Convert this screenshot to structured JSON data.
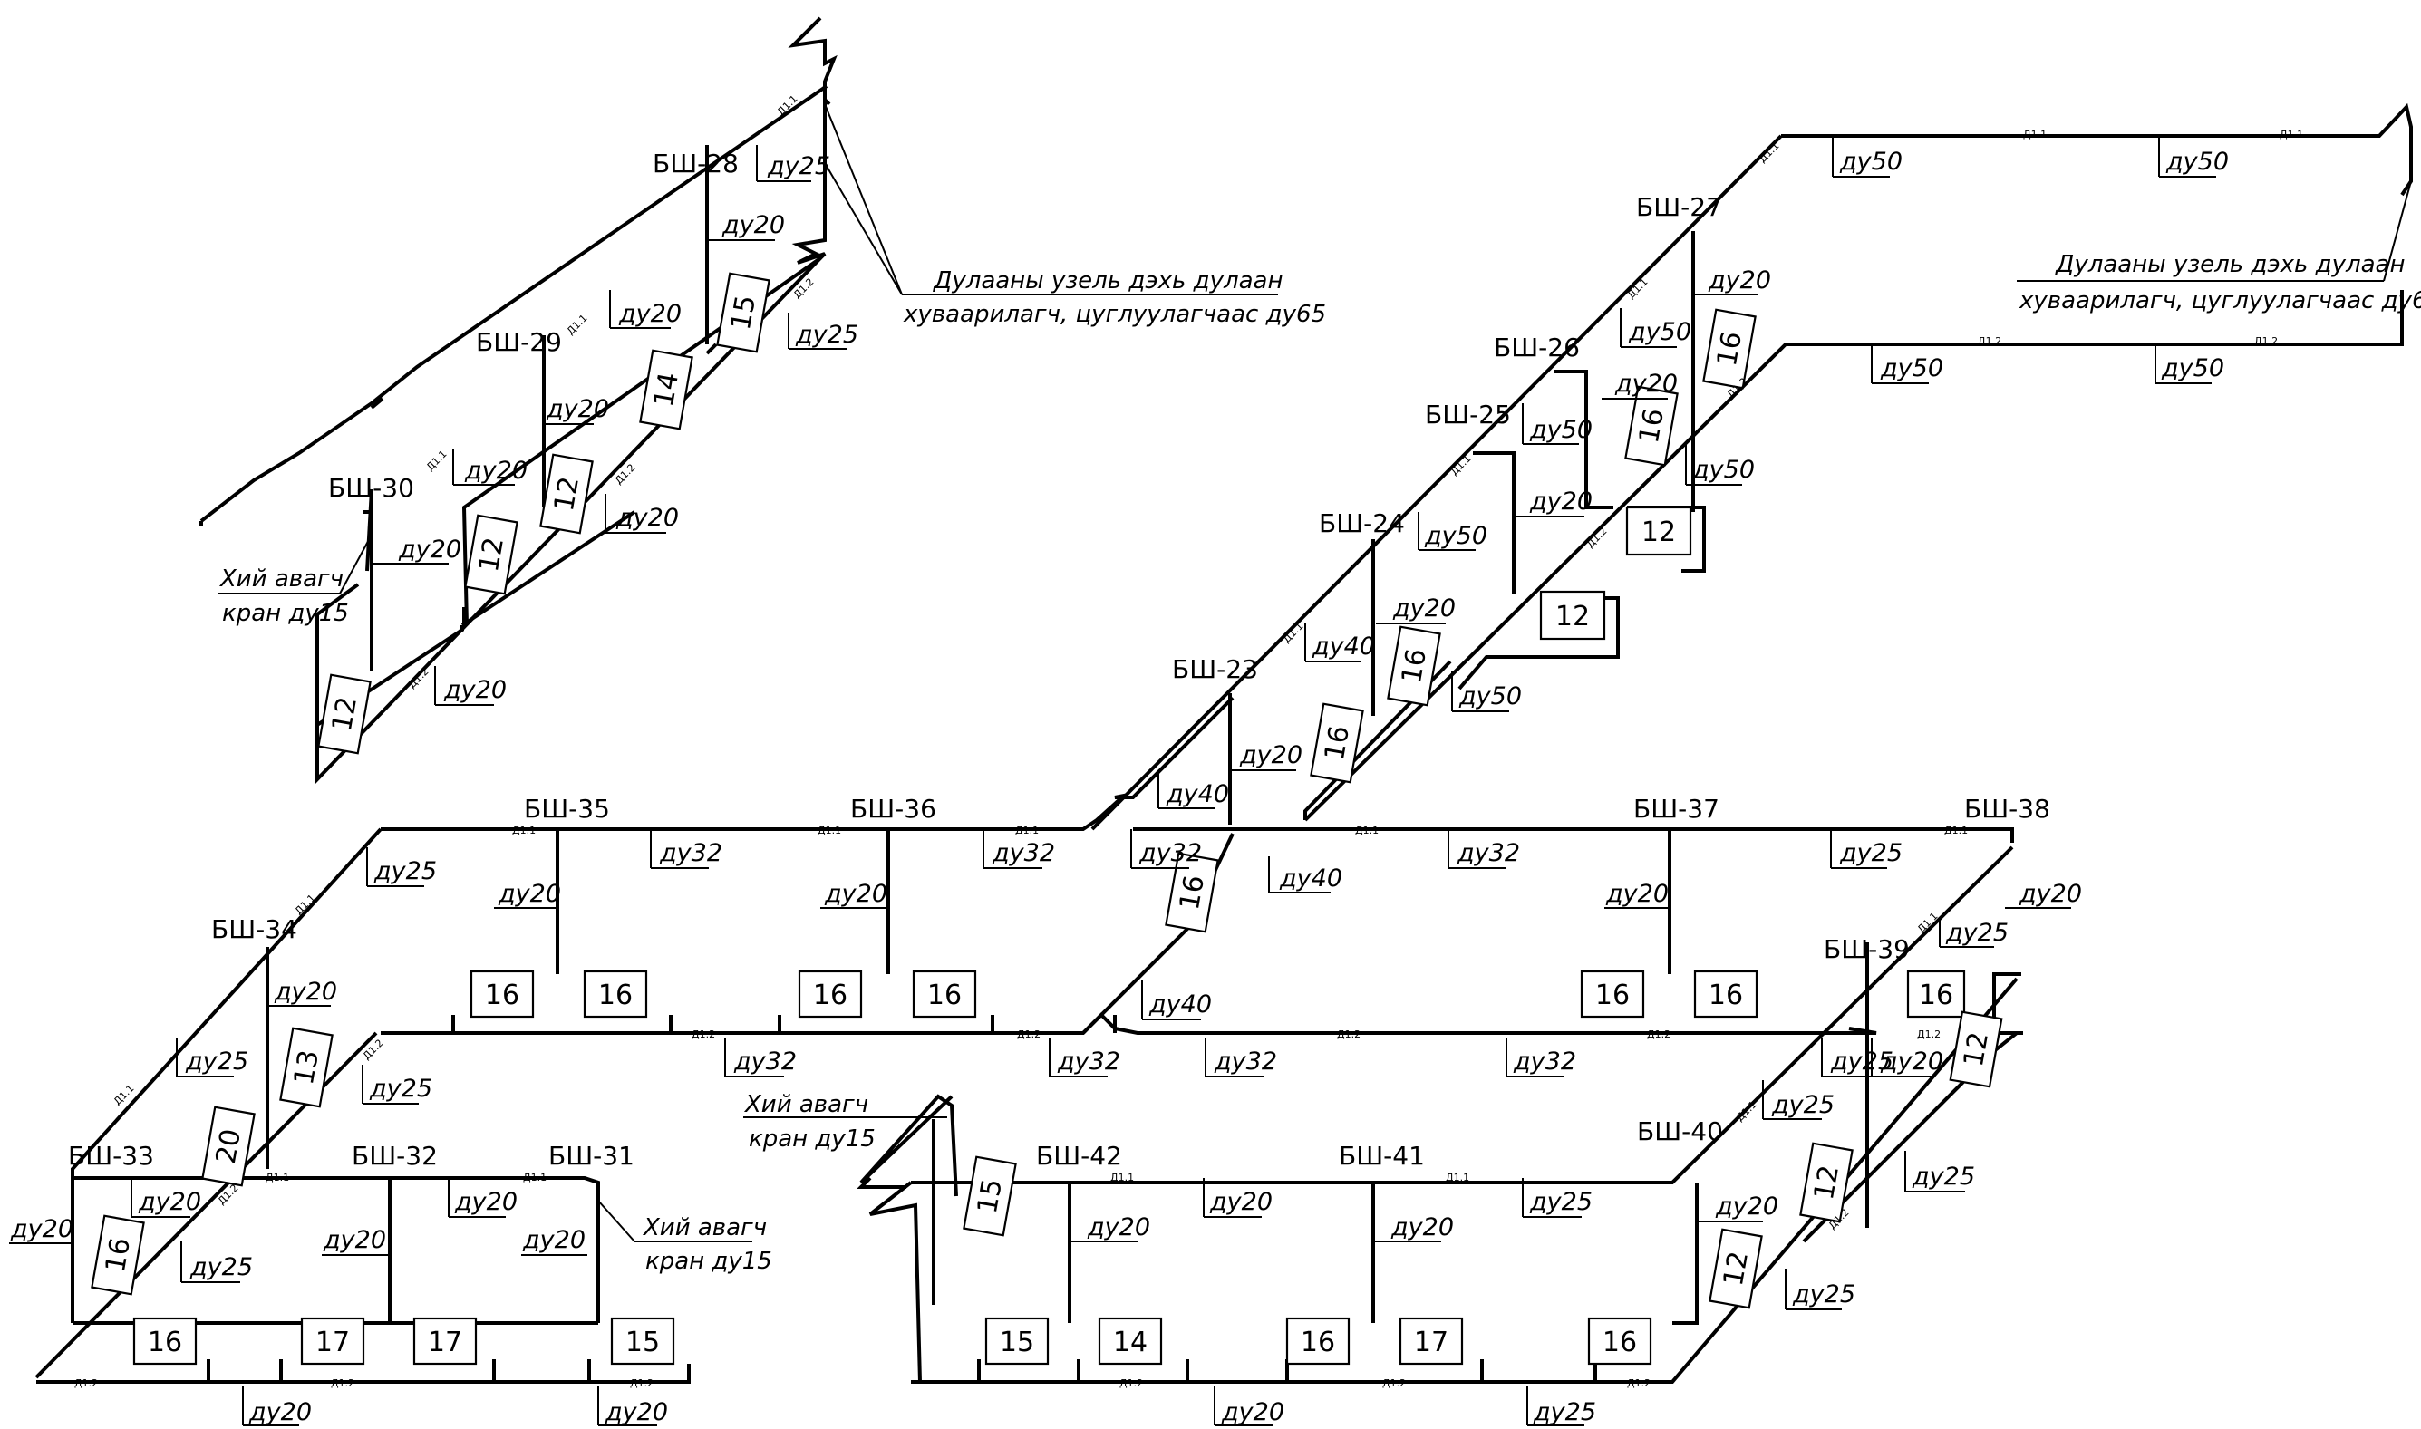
{
  "risers": [
    "БШ-23",
    "БШ-24",
    "БШ-25",
    "БШ-26",
    "БШ-27",
    "БШ-28",
    "БШ-29",
    "БШ-30",
    "БШ-31",
    "БШ-32",
    "БШ-33",
    "БШ-34",
    "БШ-35",
    "БШ-36",
    "БШ-37",
    "БШ-38",
    "БШ-39",
    "БШ-40",
    "БШ-41",
    "БШ-42"
  ],
  "lines": {
    "supply": "Д1.1",
    "return": "Д1.2"
  },
  "diameters": {
    "d15": "ду15",
    "d20": "ду20",
    "d25": "ду25",
    "d32": "ду32",
    "d40": "ду40",
    "d50": "ду50",
    "d65": "ду65"
  },
  "radiators": [
    "12",
    "13",
    "14",
    "15",
    "16",
    "17",
    "20"
  ],
  "notes": {
    "heat_node_line1": "Дулааны узель дэхь дулаан",
    "heat_node_line2": "хуваарилагч, цуглуулагчаас ду65",
    "air_vent_line1": "Хий авагч",
    "air_vent_line2": "кран ду15"
  },
  "colors": {
    "line": "#000000",
    "background": "#ffffff"
  }
}
